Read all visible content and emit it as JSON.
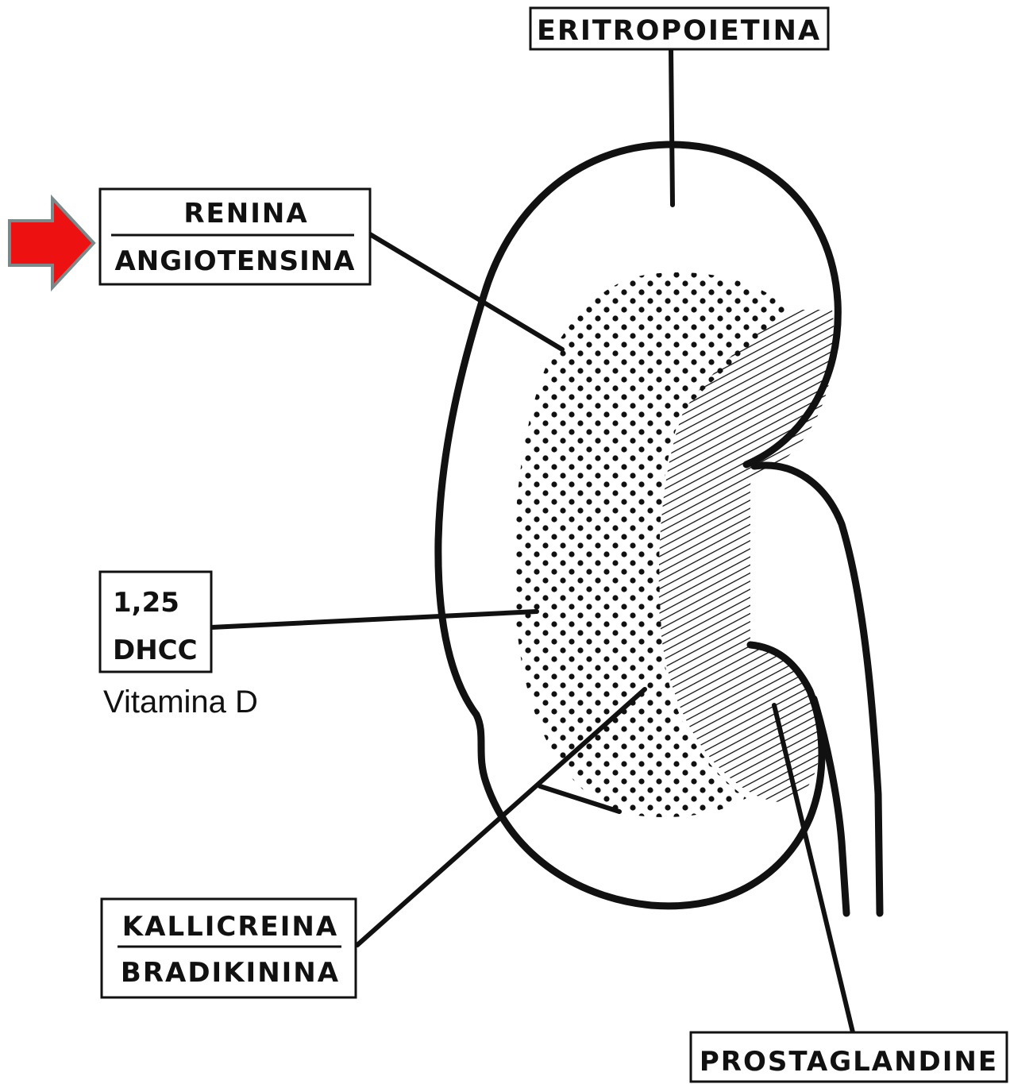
{
  "labels": {
    "eritropoietina": "ERITROPOIETINA",
    "renina": "RENINA",
    "angiotensina": "ANGIOTENSINA",
    "dhcc_line1": "1,25",
    "dhcc_line2": "DHCC",
    "vitamina_d": "Vitamina D",
    "kallicreina": "KALLICREINA",
    "bradikinina": "BRADIKININA",
    "prostaglandine": "PROSTAGLANDINE"
  },
  "colors": {
    "arrow": "#ee1111",
    "arrow_border": "#7a8a8a",
    "ink": "#111111"
  }
}
